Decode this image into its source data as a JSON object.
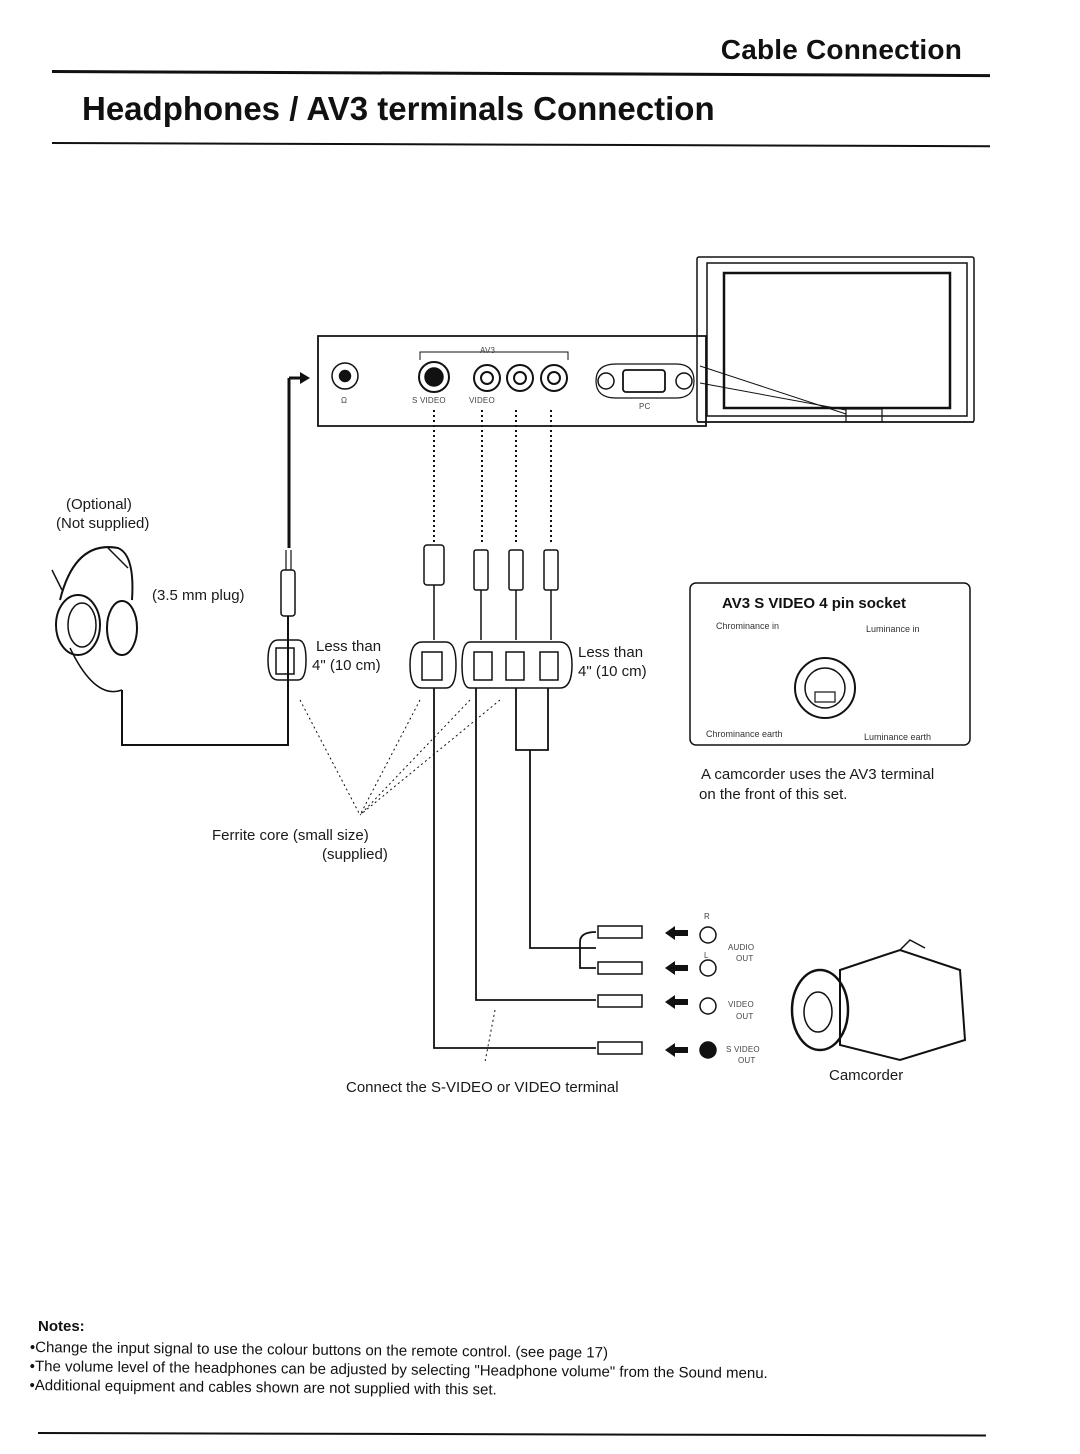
{
  "header": {
    "section_title": "Cable Connection",
    "page_title": "Headphones / AV3 terminals Connection"
  },
  "panel": {
    "av3_label": "AV3",
    "headphone_symbol": "Ω",
    "svideo_label": "S VIDEO",
    "video_label": "VIDEO",
    "pc_label": "PC"
  },
  "headphones": {
    "optional": "(Optional)",
    "not_supplied": "(Not supplied)",
    "plug": "(3.5 mm plug)",
    "distance_line1": "Less than",
    "distance_line2": "4\" (10 cm)"
  },
  "av_cables": {
    "distance_line1": "Less than",
    "distance_line2": "4\" (10 cm)"
  },
  "ferrite": {
    "line1": "Ferrite core (small size)",
    "line2": "(supplied)"
  },
  "socket_box": {
    "title": "AV3 S VIDEO 4 pin socket",
    "chroma_in": "Chrominance in",
    "luma_in": "Luminance in",
    "chroma_earth": "Chrominance earth",
    "luma_earth": "Luminance earth"
  },
  "camcorder_note": {
    "line1": "A camcorder uses the AV3 terminal",
    "line2": "on the front of this set."
  },
  "camcorder": {
    "label": "Camcorder",
    "r": "R",
    "l": "L",
    "audio_out_1": "AUDIO",
    "audio_out_2": "OUT",
    "video_out_1": "VIDEO",
    "video_out_2": "OUT",
    "svideo_out_1": "S VIDEO",
    "svideo_out_2": "OUT"
  },
  "connect_note": "Connect the S-VIDEO or VIDEO terminal",
  "notes": {
    "title": "Notes:",
    "items": [
      "Change the input signal to use the colour buttons on the remote control. (see page 17)",
      "The volume level of the headphones can be adjusted by selecting \"Headphone volume\" from the Sound menu.",
      "Additional equipment and cables shown are not supplied with this set."
    ]
  }
}
